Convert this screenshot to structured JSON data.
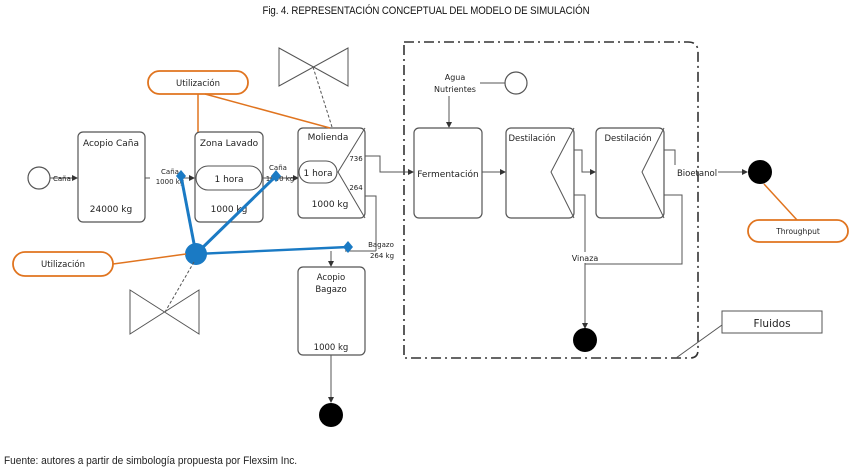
{
  "figure": {
    "title": "Fig. 4. REPRESENTACIÓN CONCEPTUAL DEL MODELO DE SIMULACIÓN",
    "source": "Fuente: autores a partir de simbología propuesta por Flexsim Inc."
  },
  "colors": {
    "line": "#555555",
    "operator_blue": "#1a7ac4",
    "utilization_orange": "#e0741f",
    "sink": "#000000",
    "boundary": "#333333"
  },
  "nodes": {
    "source_cana": {
      "flow_label": "Caña"
    },
    "acopio_cana": {
      "title": "Acopio Caña",
      "capacity": "24000 kg"
    },
    "flow_cana_1": {
      "label_line1": "Caña",
      "label_line2": "1000 kg"
    },
    "zona_lavado": {
      "title": "Zona Lavado",
      "process_time": "1 hora",
      "capacity": "1000 kg"
    },
    "flow_cana_2": {
      "label_line1": "Caña",
      "label_line2": "1000 kg"
    },
    "molienda": {
      "title": "Molienda",
      "process_time": "1 hora",
      "capacity": "1000 kg",
      "split_top": "736",
      "split_bottom": "264"
    },
    "flow_bagazo": {
      "label_line1": "Bagazo",
      "label_line2": "264 kg"
    },
    "acopio_bagazo": {
      "title_line1": "Acopio",
      "title_line2": "Bagazo",
      "capacity": "1000 kg"
    },
    "source_agua": {
      "label_line1": "Agua",
      "label_line2": "Nutrientes"
    },
    "fermentacion": {
      "title": "Fermentación"
    },
    "destilacion_1": {
      "title": "Destilación"
    },
    "destilacion_2": {
      "title": "Destilación"
    },
    "flow_vinaza": {
      "label": "Vinaza"
    },
    "flow_bioetanol": {
      "label": "Bioetanol"
    },
    "fluidos_label": {
      "label": "Fluidos"
    }
  },
  "annotations": {
    "utilizacion_top": "Utilización",
    "utilizacion_left": "Utilización",
    "throughput": "Throughput"
  }
}
